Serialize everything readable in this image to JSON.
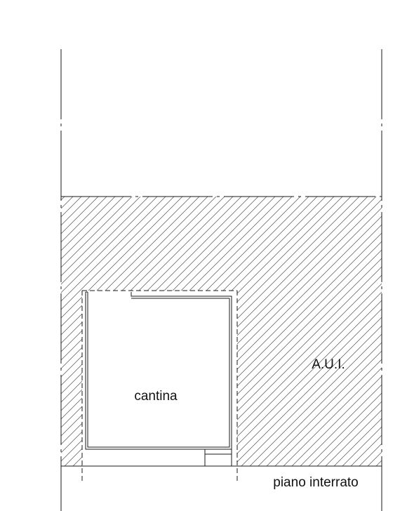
{
  "plan": {
    "labels": {
      "room": "cantina",
      "area": "A.U.I.",
      "floor": "piano interrato"
    },
    "colors": {
      "line": "#1a1a1a",
      "hatch": "#6e6e6e",
      "background": "#ffffff"
    }
  }
}
